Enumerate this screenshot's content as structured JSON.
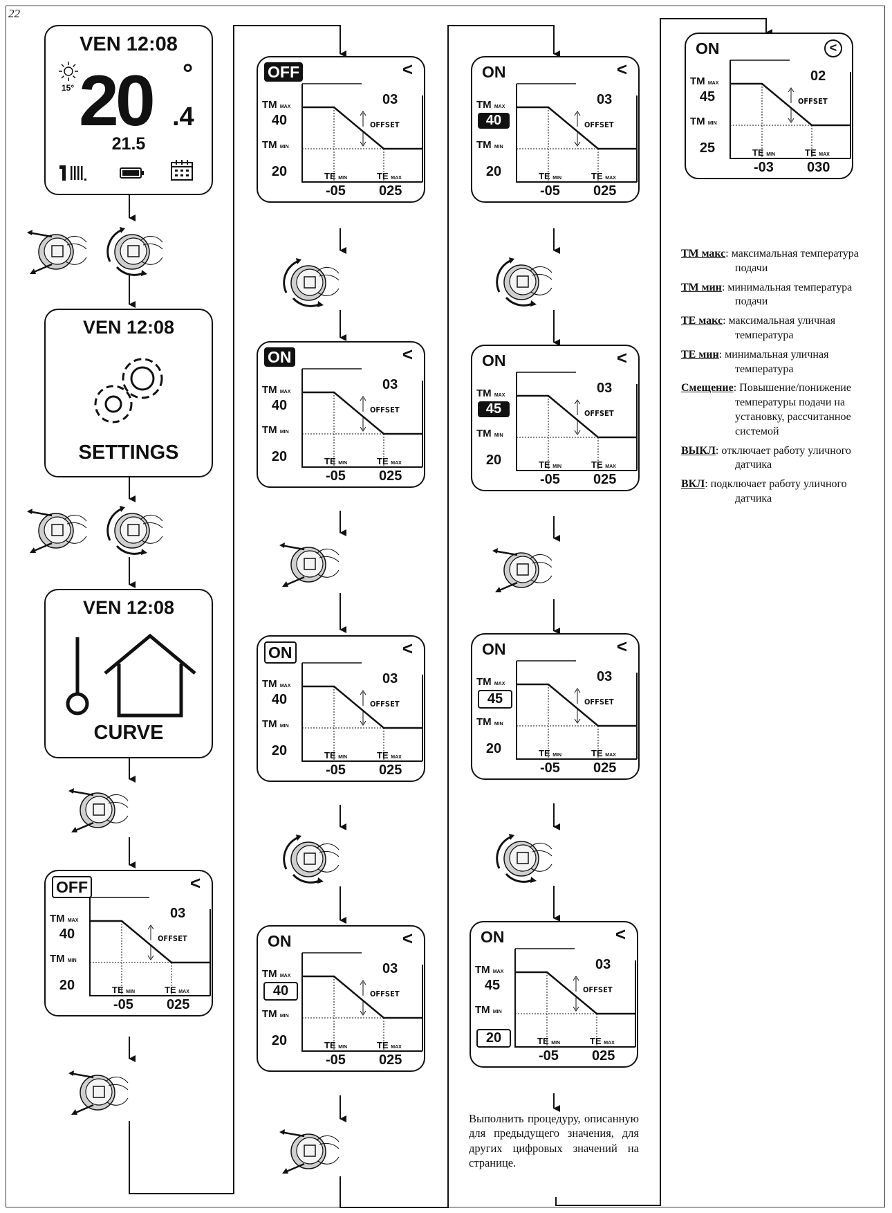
{
  "page_number": "22",
  "home_screen": {
    "day_time": "VEN 12:08",
    "outdoor_temp": "15°",
    "main_temp_int": "20",
    "main_temp_dec": ".4",
    "degree": "°",
    "setpoint": "21.5"
  },
  "settings_screen": {
    "day_time": "VEN 12:08",
    "label": "SETTINGS"
  },
  "curve_screen": {
    "day_time": "VEN 12:08",
    "label": "CURVE"
  },
  "graph_labels": {
    "tm": "TM",
    "te": "TE",
    "max": "MAX",
    "min": "MIN",
    "offset": "OFFSET",
    "back": "<"
  },
  "graph_screens": [
    {
      "id": "s1",
      "state": "OFF",
      "state_style": "boxed",
      "offset": "03",
      "tm_max": "40",
      "tm_min": "20",
      "te_min": "-05",
      "te_max": "025",
      "hl": "none"
    },
    {
      "id": "s2",
      "state": "OFF",
      "state_style": "filled",
      "offset": "03",
      "tm_max": "40",
      "tm_min": "20",
      "te_min": "-05",
      "te_max": "025",
      "hl": "none"
    },
    {
      "id": "s3",
      "state": "ON",
      "state_style": "filled",
      "offset": "03",
      "tm_max": "40",
      "tm_min": "20",
      "te_min": "-05",
      "te_max": "025",
      "hl": "none"
    },
    {
      "id": "s4",
      "state": "ON",
      "state_style": "boxed",
      "offset": "03",
      "tm_max": "40",
      "tm_min": "20",
      "te_min": "-05",
      "te_max": "025",
      "hl": "none"
    },
    {
      "id": "s5",
      "state": "ON",
      "state_style": "plain",
      "offset": "03",
      "tm_max": "40",
      "tm_min": "20",
      "te_min": "-05",
      "te_max": "025",
      "hl": "tmmax-boxed"
    },
    {
      "id": "s6",
      "state": "ON",
      "state_style": "plain",
      "offset": "03",
      "tm_max": "40",
      "tm_min": "20",
      "te_min": "-05",
      "te_max": "025",
      "hl": "tmmax-filled"
    },
    {
      "id": "s7",
      "state": "ON",
      "state_style": "plain",
      "offset": "03",
      "tm_max": "45",
      "tm_min": "20",
      "te_min": "-05",
      "te_max": "025",
      "hl": "tmmax-filled"
    },
    {
      "id": "s8",
      "state": "ON",
      "state_style": "plain",
      "offset": "03",
      "tm_max": "45",
      "tm_min": "20",
      "te_min": "-05",
      "te_max": "025",
      "hl": "tmmax-boxed"
    },
    {
      "id": "s9",
      "state": "ON",
      "state_style": "plain",
      "offset": "03",
      "tm_max": "45",
      "tm_min": "20",
      "te_min": "-05",
      "te_max": "025",
      "hl": "tmmin-boxed"
    },
    {
      "id": "s10",
      "state": "ON",
      "state_style": "plain",
      "offset": "02",
      "tm_max": "45",
      "tm_min": "25",
      "te_min": "-03",
      "te_max": "030",
      "hl": "none",
      "back_circled": true
    }
  ],
  "legend": [
    {
      "term": "ТМ макс",
      "sep": ":",
      "desc": "максимальная температура подачи"
    },
    {
      "term": "ТМ мин",
      "sep": ":",
      "desc": "минимальная температура подачи"
    },
    {
      "term": "ТЕ макс",
      "sep": ":",
      "desc": "максимальная уличная температура"
    },
    {
      "term": "ТЕ мин",
      "sep": ":",
      "desc": "минимальная уличная температура"
    },
    {
      "term": "Смещение",
      "sep": ":",
      "desc": "Повышение/понижение температуры подачи на установку, рассчитанное системой"
    },
    {
      "term": "ВЫКЛ",
      "sep": ":",
      "desc": "отключает работу уличного датчика"
    },
    {
      "term": "ВКЛ",
      "sep": ":",
      "desc": "подключает работу уличного датчика"
    }
  ],
  "note": "Выполнить процедуру, описанную для предыдущего значения, для других цифровых значений на странице."
}
